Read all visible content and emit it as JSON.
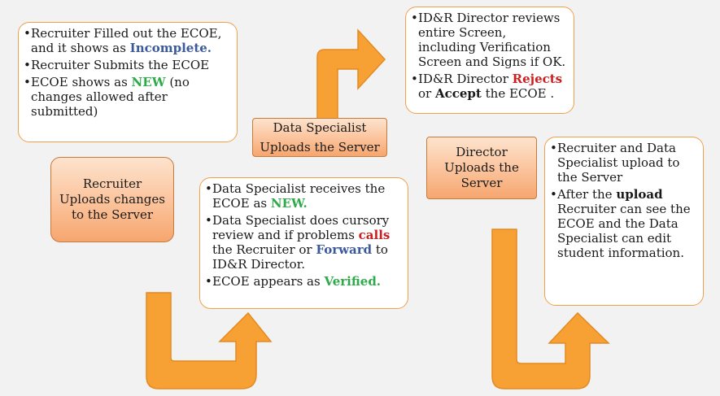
{
  "note_top_left": {
    "b1_pre": "Recruiter Filled out the ECOE, and it shows as ",
    "b1_hl": "Incomplete.",
    "b2": "Recruiter Submits the ECOE",
    "b3_pre": "ECOE shows as ",
    "b3_hl": "NEW",
    "b3_post": " (no changes allowed after submitted)"
  },
  "note_top_right": {
    "b1": "ID&R Director reviews entire Screen, including Verification Screen and Signs if OK.",
    "b2_pre": "ID&R Director ",
    "b2_hl1": "Rejects",
    "b2_mid": " or ",
    "b2_hl2": "Accept",
    "b2_post": " the ECOE ."
  },
  "note_middle": {
    "b1_pre": "Data Specialist receives the ECOE as ",
    "b1_hl": "NEW.",
    "b2_pre": "Data Specialist does  cursory review and  if problems ",
    "b2_hl1": "calls",
    "b2_mid": " the Recruiter or ",
    "b2_hl2": "Forward",
    "b2_post": " to ID&R Director.",
    "b3_pre": "ECOE appears as ",
    "b3_hl": "Verified."
  },
  "note_right": {
    "b1": "Recruiter and Data Specialist upload to the Server",
    "b2_pre": "After the ",
    "b2_hl": "upload",
    "b2_post": " Recruiter can  see the ECOE and the Data Specialist can  edit student  information."
  },
  "steps": {
    "recruiter_uploads": "Recruiter Uploads changes to the Server",
    "data_specialist_uploads_line1": "Data Specialist",
    "data_specialist_uploads_line2": "Uploads the Server",
    "director_uploads": "Director Uploads the Server"
  },
  "colors": {
    "blue": "#3c5a99",
    "green": "#2eaa4a",
    "red": "#cc1f1f",
    "arrow_fill": "#f7a134",
    "note_border": "#f0a04b"
  }
}
